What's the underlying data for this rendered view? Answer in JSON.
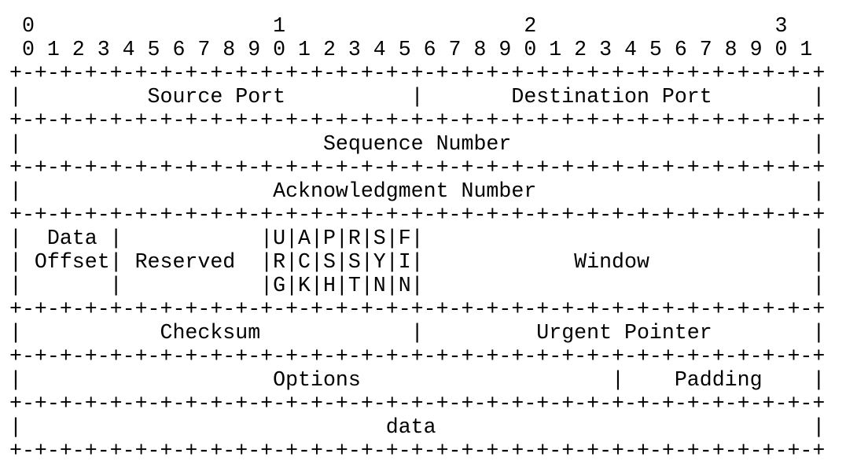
{
  "header_decades": " 0                   1                   2                   3",
  "header_digits": " 0 1 2 3 4 5 6 7 8 9 0 1 2 3 4 5 6 7 8 9 0 1 2 3 4 5 6 7 8 9 0 1",
  "separator": "+-+-+-+-+-+-+-+-+-+-+-+-+-+-+-+-+-+-+-+-+-+-+-+-+-+-+-+-+-+-+-+-+",
  "rows": {
    "ports": "|          Source Port          |       Destination Port        |",
    "sequence": "|                        Sequence Number                        |",
    "ack": "|                    Acknowledgment Number                      |",
    "flags_1": "|  Data |           |U|A|P|R|S|F|                               |",
    "flags_2": "| Offset| Reserved  |R|C|S|S|Y|I|            Window             |",
    "flags_3": "|       |           |G|K|H|T|N|N|                               |",
    "checksum": "|           Checksum            |         Urgent Pointer        |",
    "options": "|                    Options                    |    Padding    |",
    "data": "|                             data                              |"
  },
  "fields": [
    "Source Port",
    "Destination Port",
    "Sequence Number",
    "Acknowledgment Number",
    "Data Offset",
    "Reserved",
    "URG",
    "ACK",
    "PSH",
    "RST",
    "SYN",
    "FIN",
    "Window",
    "Checksum",
    "Urgent Pointer",
    "Options",
    "Padding",
    "data"
  ]
}
